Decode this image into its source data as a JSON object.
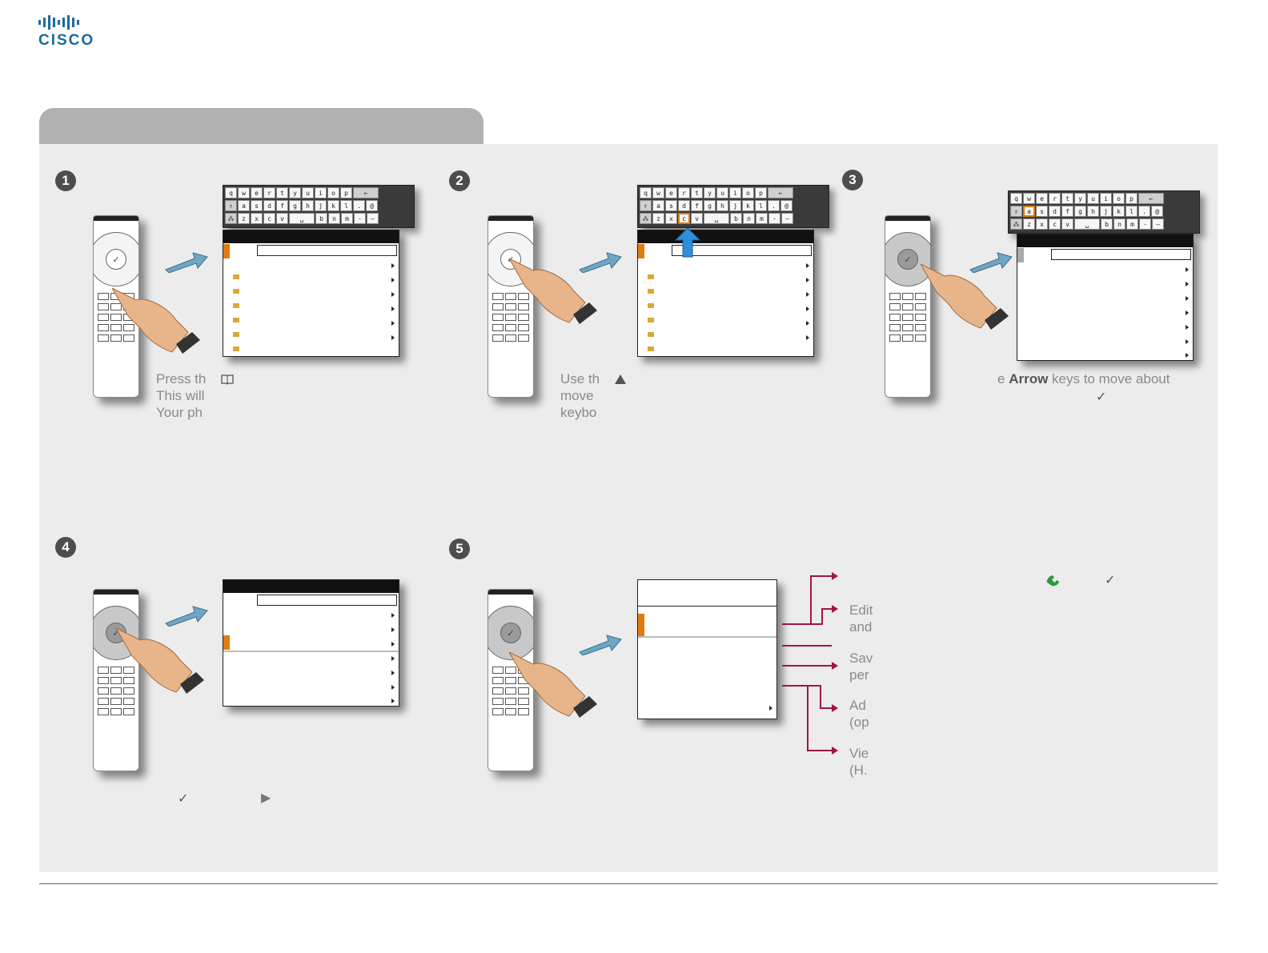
{
  "brand": {
    "name": "CISCO"
  },
  "steps": [
    {
      "number": "1",
      "caption": [
        "Press th",
        "This will",
        "Your ph"
      ],
      "caption_icon": "phonebook-book-icon"
    },
    {
      "number": "2",
      "caption": [
        "Use th",
        "move",
        "keybo"
      ],
      "caption_icon": "up-triangle-icon"
    },
    {
      "number": "3",
      "caption_pre": "e ",
      "caption_bold": "Arrow",
      "caption_post": " keys to move about",
      "caption_line2": "✓"
    },
    {
      "number": "4",
      "caption_check": "✓",
      "caption_tri": "▶"
    },
    {
      "number": "5",
      "call_icon": "green-handset-icon",
      "check": "✓"
    }
  ],
  "keyboard": {
    "row1": [
      "q",
      "w",
      "e",
      "r",
      "t",
      "y",
      "u",
      "i",
      "o",
      "p",
      "←"
    ],
    "row2": [
      "⇑",
      "a",
      "s",
      "d",
      "f",
      "g",
      "h",
      "j",
      "k",
      "l",
      ".",
      "@"
    ],
    "row3": [
      "⁂",
      "z",
      "x",
      "c",
      "v",
      "␣",
      "b",
      "n",
      "m",
      "-",
      "—"
    ]
  },
  "menu_options": [
    {
      "label": [
        "Edit",
        "and"
      ]
    },
    {
      "label": [
        "Sav",
        "per"
      ]
    },
    {
      "label": [
        "Ad",
        "(op"
      ]
    },
    {
      "label": [
        "Vie",
        "(H."
      ]
    }
  ],
  "colors": {
    "accent": "#e07b10",
    "menu_line": "#a0163f",
    "arrow": "#6fa6c4",
    "brand": "#1b6b9e"
  }
}
